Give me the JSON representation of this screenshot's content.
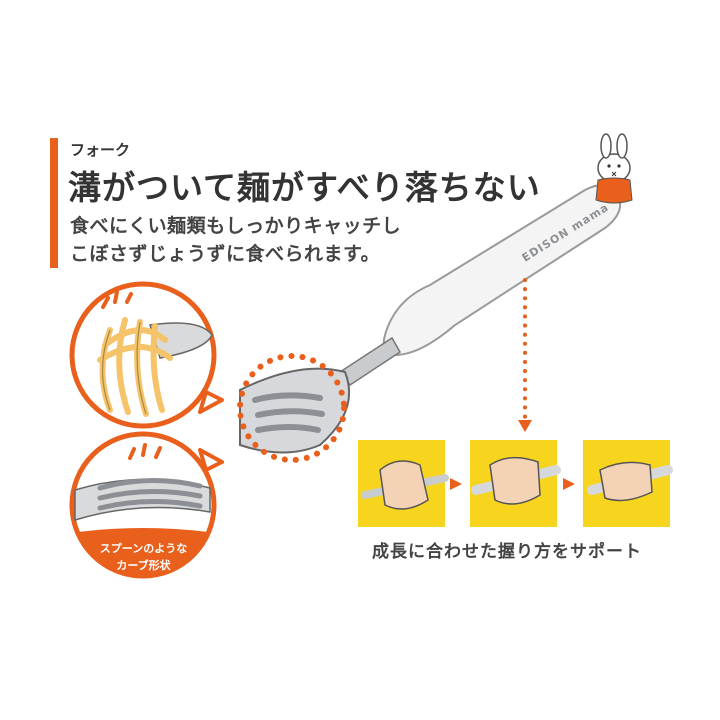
{
  "header": {
    "label": "フォーク",
    "headline": "溝がついて麺がすべり落ちない",
    "description": [
      "食べにくい麺類もしっかりキャッチし",
      "こぼさずじょうずに食べられます。"
    ]
  },
  "fork": {
    "brand": "EDISON mama"
  },
  "badge": {
    "lines": [
      "スプーンのような",
      "カーブ形状"
    ]
  },
  "grip_steps": {
    "caption": "成長に合わせた握り方をサポート",
    "count": 3
  },
  "colors": {
    "accent": "#e8601c",
    "panel": "#f7d51e",
    "skin": "#f3d2b6"
  },
  "icons": [
    "bunny-icon",
    "arrow-right-icon"
  ]
}
